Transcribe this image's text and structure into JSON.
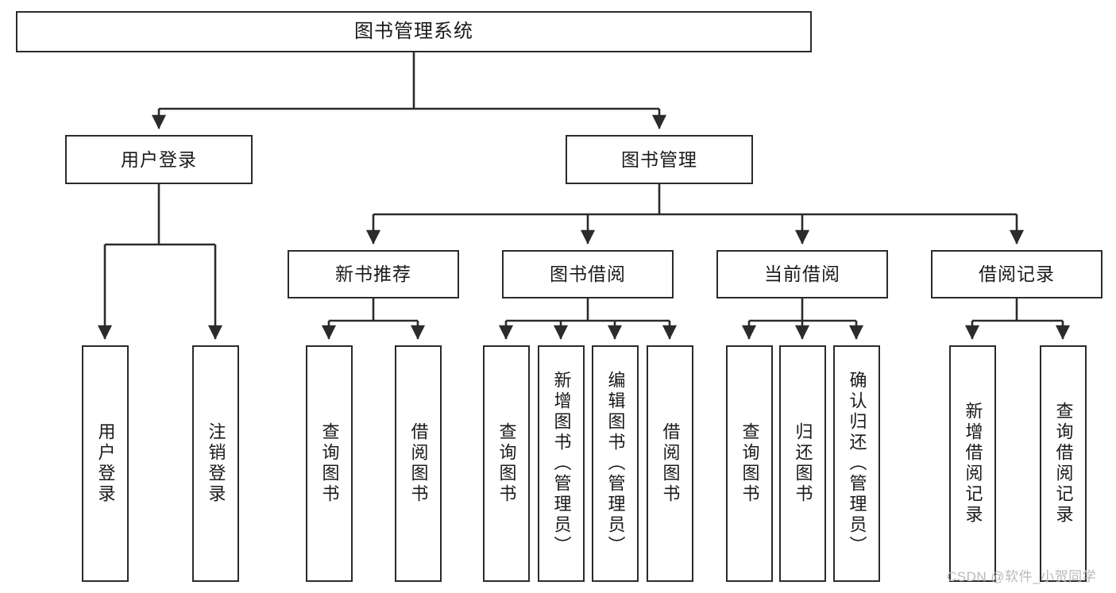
{
  "diagram": {
    "title": "图书管理系统",
    "type": "功能结构图",
    "colors": {
      "box_border": "#2b2b2b",
      "box_fill": "#ffffff",
      "edge": "#2b2b2b",
      "text": "#1a1a1a",
      "watermark": "#b9b9b9",
      "background": "#ffffff"
    },
    "levels": {
      "root": [
        "图书管理系统"
      ],
      "level2": [
        "用户登录",
        "图书管理"
      ],
      "level3": [
        "新书推荐",
        "图书借阅",
        "当前借阅",
        "借阅记录"
      ],
      "leaves": [
        "用户登录",
        "注销登录",
        "查询图书",
        "借阅图书",
        "查询图书",
        "新增图书（管理员）",
        "编辑图书（管理员）",
        "借阅图书",
        "查询图书",
        "归还图书",
        "确认归还（管理员）",
        "新增借阅记录",
        "查询借阅记录"
      ]
    }
  },
  "nodes": {
    "root": {
      "label": "图书管理系统"
    },
    "user_login": {
      "label": "用户登录"
    },
    "book_manage": {
      "label": "图书管理"
    },
    "new_book_rec": {
      "label": "新书推荐"
    },
    "book_borrow": {
      "label": "图书借阅"
    },
    "current_borrow": {
      "label": "当前借阅"
    },
    "borrow_record": {
      "label": "借阅记录"
    },
    "leaf_user_login": {
      "label": "用户登录"
    },
    "leaf_logout": {
      "label": "注销登录"
    },
    "leaf_query_book_1": {
      "label": "查询图书"
    },
    "leaf_borrow_book_1": {
      "label": "借阅图书"
    },
    "leaf_query_book_2": {
      "label": "查询图书"
    },
    "leaf_add_book_admin": {
      "label": "新增图书（管理员）"
    },
    "leaf_edit_book_admin": {
      "label": "编辑图书（管理员）"
    },
    "leaf_borrow_book_2": {
      "label": "借阅图书"
    },
    "leaf_query_book_3": {
      "label": "查询图书"
    },
    "leaf_return_book": {
      "label": "归还图书"
    },
    "leaf_confirm_return_admin": {
      "label": "确认归还（管理员）"
    },
    "leaf_add_borrow_record": {
      "label": "新增借阅记录"
    },
    "leaf_query_borrow_record": {
      "label": "查询借阅记录"
    }
  },
  "watermark": {
    "text": "CSDN @软件_小贺同学"
  }
}
